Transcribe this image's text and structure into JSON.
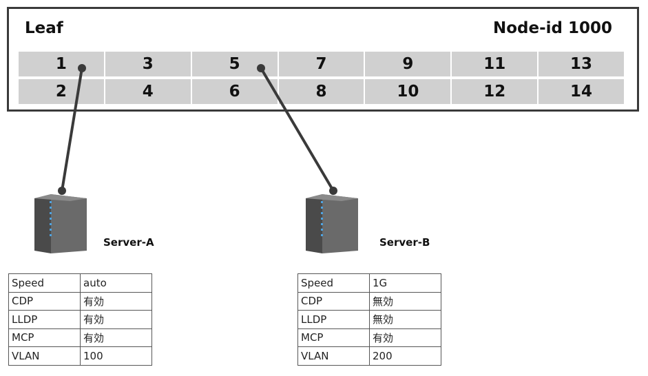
{
  "leaf": {
    "title": "Leaf",
    "node_id": "Node-id 1000",
    "ports_top": [
      "1",
      "3",
      "5",
      "7",
      "9",
      "11",
      "13"
    ],
    "ports_bottom": [
      "2",
      "4",
      "6",
      "8",
      "10",
      "12",
      "14"
    ],
    "port_color": "#d0d0d0"
  },
  "server_a": {
    "label": "Server-A",
    "connected_port": "1",
    "icon": "server-tower-icon",
    "properties": [
      {
        "key": "Speed",
        "value": "auto"
      },
      {
        "key": "CDP",
        "value": "有効"
      },
      {
        "key": "LLDP",
        "value": "有効"
      },
      {
        "key": "MCP",
        "value": "有効"
      },
      {
        "key": "VLAN",
        "value": "100"
      }
    ]
  },
  "server_b": {
    "label": "Server-B",
    "connected_port": "5",
    "icon": "server-tower-icon",
    "properties": [
      {
        "key": "Speed",
        "value": "1G"
      },
      {
        "key": "CDP",
        "value": "無効"
      },
      {
        "key": "LLDP",
        "value": "無効"
      },
      {
        "key": "MCP",
        "value": "有効"
      },
      {
        "key": "VLAN",
        "value": "200"
      }
    ]
  },
  "colors": {
    "wire": "#3a3a3a",
    "server_led": "#4fa3e0"
  }
}
